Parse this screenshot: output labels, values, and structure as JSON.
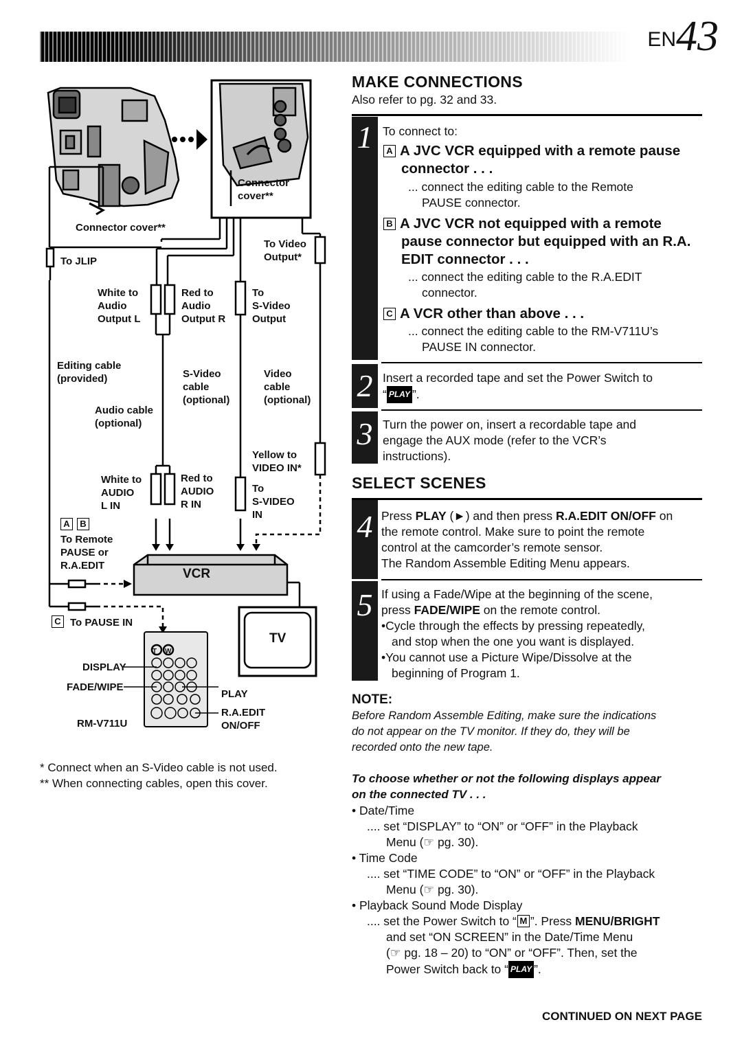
{
  "header": {
    "prefix": "EN",
    "page": "43"
  },
  "make": {
    "title": "MAKE CONNECTIONS",
    "also": "Also refer to pg. 32 and 33.",
    "step1": {
      "num": "1",
      "intro": "To connect to:",
      "a_badge": "A",
      "a_title_1": "A JVC VCR equipped with a remote pause",
      "a_title_2": "connector . . .",
      "a_text_1": "... connect the editing cable to the Remote",
      "a_text_2": "PAUSE connector.",
      "b_badge": "B",
      "b_title_1": "A JVC VCR not equipped with a remote",
      "b_title_2": "pause connector but equipped with an R.A.",
      "b_title_3": "EDIT connector . . .",
      "b_text_1": "... connect the editing cable to the R.A.EDIT",
      "b_text_2": "connector.",
      "c_badge": "C",
      "c_title": "A VCR other than above . . .",
      "c_text_1": "... connect the editing cable to the RM-V711U’s",
      "c_text_2": "PAUSE IN connector."
    },
    "step2": {
      "num": "2",
      "line1": "Insert a recorded tape and set the Power Switch to",
      "pre": "“",
      "play": "PLAY",
      "post": "”."
    },
    "step3": {
      "num": "3",
      "line1": "Turn the power on, insert a recordable tape and",
      "line2": "engage the AUX mode (refer to the VCR’s",
      "line3": "instructions)."
    }
  },
  "select": {
    "title": "SELECT SCENES",
    "step4": {
      "num": "4",
      "l1a": "Press ",
      "l1b": "PLAY",
      "l1c": " (►) and then press ",
      "l1d": "R.A.EDIT ON/OFF",
      "l1e": " on",
      "l2": "the remote control. Make sure to point the remote",
      "l3": "control at the camcorder’s remote sensor.",
      "l4": "The Random Assemble Editing Menu appears."
    },
    "step5": {
      "num": "5",
      "l1": "If using a Fade/Wipe at the beginning of the scene,",
      "l2a": "press ",
      "l2b": "FADE/WIPE",
      "l2c": " on the remote control.",
      "b1a": "•Cycle through the effects by pressing repeatedly,",
      "b1b": "and stop when the one you want is displayed.",
      "b2a": "•You cannot use a Picture Wipe/Dissolve at the",
      "b2b": "beginning of Program 1."
    }
  },
  "note": {
    "title": "NOTE:",
    "l1": "Before Random Assemble Editing, make sure the indications",
    "l2": "do not appear on the TV monitor. If they do, they will be",
    "l3": "recorded onto the new tape.",
    "sub1": "To choose whether or not the following displays appear",
    "sub2": "on the connected TV . . .",
    "i1": "• Date/Time",
    "i1a": ".... set “DISPLAY” to “ON” or “OFF” in the Playback",
    "i1b": "Menu (☞ pg. 30).",
    "i2": "• Time Code",
    "i2a": ".... set “TIME CODE” to “ON” or “OFF” in the Playback",
    "i2b": "Menu (☞ pg. 30).",
    "i3": "• Playback Sound Mode Display",
    "i3a1": ".... set the Power Switch to “",
    "i3a_m": "M",
    "i3a2": "”. Press ",
    "i3a3": "MENU/BRIGHT",
    "i3b": "and set “ON SCREEN” in the Date/Time Menu",
    "i3c": "(☞ pg. 18 – 20) to “ON” or “OFF”. Then, set the",
    "i3d1": "Power Switch back to “",
    "i3d_play": "PLAY",
    "i3d2": "”."
  },
  "continued": "CONTINUED ON NEXT PAGE",
  "diagram": {
    "connector_cover": "Connector cover**",
    "connector_cover_right": "Connector\ncover**",
    "to_video_output": "To Video\nOutput*",
    "to_jlip": "To JLIP",
    "white_audio_l": "White to\nAudio\nOutput L",
    "red_audio_r": "Red to\nAudio\nOutput R",
    "to_svideo_output": "To\nS-Video\nOutput",
    "editing_cable": "Editing cable\n(provided)",
    "svideo_cable": "S-Video\ncable\n(optional)",
    "video_cable": "Video\ncable\n(optional)",
    "audio_cable": "Audio cable\n(optional)",
    "yellow_video_in": "Yellow to\nVIDEO IN*",
    "white_audio_lin": "White to\nAUDIO\nL IN",
    "red_audio_rin": "Red to\nAUDIO\nR IN",
    "to_svideo_in": "To\nS-VIDEO\nIN",
    "badge_a": "A",
    "badge_b": "B",
    "to_remote": "To Remote\nPAUSE or\nR.A.EDIT",
    "vcr": "VCR",
    "tv": "TV",
    "badge_c": "C",
    "to_pause_in": "To PAUSE IN",
    "display": "DISPLAY",
    "fade_wipe": "FADE/WIPE",
    "play": "PLAY",
    "ra_edit": "R.A.EDIT\nON/OFF",
    "rm_model": "RM-V711U",
    "remote_t": "T",
    "remote_w": "W"
  },
  "footnotes": {
    "f1": "*  Connect when an S-Video cable is not used.",
    "f2": "** When connecting cables, open this cover."
  }
}
